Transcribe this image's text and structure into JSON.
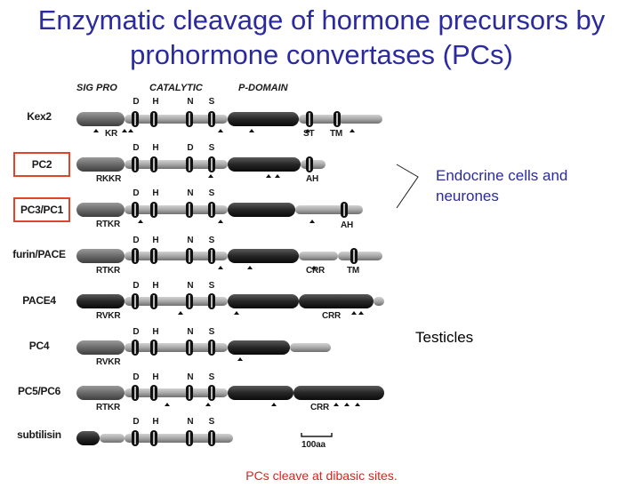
{
  "title": {
    "line1": "Enzymatic cleavage of hormone precursors by",
    "line2": "prohormone convertases (PCs)"
  },
  "domain_headers": {
    "sig_pro": "SIG  PRO",
    "catalytic": "CATALYTIC",
    "p_domain": "P-DOMAIN"
  },
  "enzymes": [
    {
      "name": "Kex2",
      "boxed": false,
      "residues": [
        "D",
        "H",
        "N",
        "S"
      ],
      "motif": "KR",
      "annotations": [
        "ST",
        "TM"
      ]
    },
    {
      "name": "PC2",
      "boxed": true,
      "residues": [
        "D",
        "H",
        "D",
        "S"
      ],
      "motif": "RKKR",
      "annotations": [
        "AH"
      ]
    },
    {
      "name": "PC3/PC1",
      "boxed": true,
      "residues": [
        "D",
        "H",
        "N",
        "S"
      ],
      "motif": "RTKR",
      "annotations": [
        "AH"
      ]
    },
    {
      "name": "furin/PACE",
      "boxed": false,
      "residues": [
        "D",
        "H",
        "N",
        "S"
      ],
      "motif": "RTKR",
      "annotations": [
        "CRR",
        "TM"
      ]
    },
    {
      "name": "PACE4",
      "boxed": false,
      "residues": [
        "D",
        "H",
        "N",
        "S"
      ],
      "motif": "RVKR",
      "annotations": [
        "CRR"
      ]
    },
    {
      "name": "PC4",
      "boxed": false,
      "residues": [
        "D",
        "H",
        "N",
        "S"
      ],
      "motif": "RVKR",
      "annotations": []
    },
    {
      "name": "PC5/PC6",
      "boxed": false,
      "residues": [
        "D",
        "H",
        "N",
        "S"
      ],
      "motif": "RTKR",
      "annotations": [
        "CRR"
      ]
    },
    {
      "name": "subtilisin",
      "boxed": false,
      "residues": [
        "D",
        "H",
        "N",
        "S"
      ],
      "motif": "",
      "annotations": []
    }
  ],
  "scale_bar": "100aa",
  "notes": {
    "endocrine": "Endocrine cells and neurones",
    "testicles": "Testicles"
  },
  "footer": "PCs cleave at dibasic sites.",
  "colors": {
    "title": "#2b2b9e",
    "endocrine_note": "#2b2b9e",
    "footer": "#e02020",
    "label_box": "#e0442a"
  }
}
